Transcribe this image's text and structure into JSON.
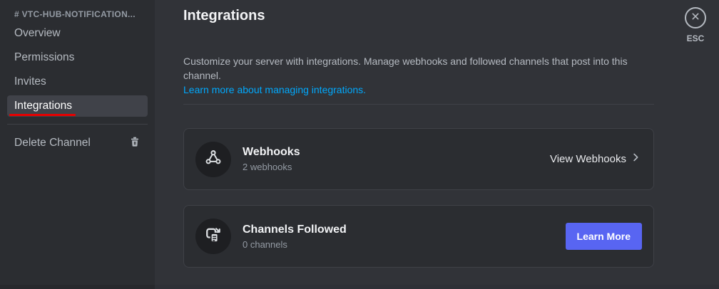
{
  "window": {
    "esc_label": "ESC"
  },
  "sidebar": {
    "channel_header": "# VTC-HUB-NOTIFICATION...",
    "items": [
      {
        "label": "Overview",
        "selected": false
      },
      {
        "label": "Permissions",
        "selected": false
      },
      {
        "label": "Invites",
        "selected": false
      },
      {
        "label": "Integrations",
        "selected": true
      }
    ],
    "delete_channel": {
      "label": "Delete Channel"
    }
  },
  "main": {
    "title": "Integrations",
    "description": "Customize your server with integrations. Manage webhooks and followed channels that post into this channel.",
    "learn_more_link": "Learn more about managing integrations.",
    "cards": [
      {
        "icon": "webhook-icon",
        "title": "Webhooks",
        "subtitle": "2 webhooks",
        "action_label": "View Webhooks"
      },
      {
        "icon": "channels-followed-icon",
        "title": "Channels Followed",
        "subtitle": "0 channels",
        "action_label": "Learn More"
      }
    ]
  },
  "colors": {
    "accent_blurple": "#5865f2",
    "link_blue": "#00a8fc",
    "annotation_red": "#e80000",
    "sidebar_bg": "#2b2d31",
    "content_bg": "#313338",
    "selected_item_bg": "#404249",
    "card_bg": "#2b2d31",
    "avatar_bg": "#1e1f22"
  }
}
